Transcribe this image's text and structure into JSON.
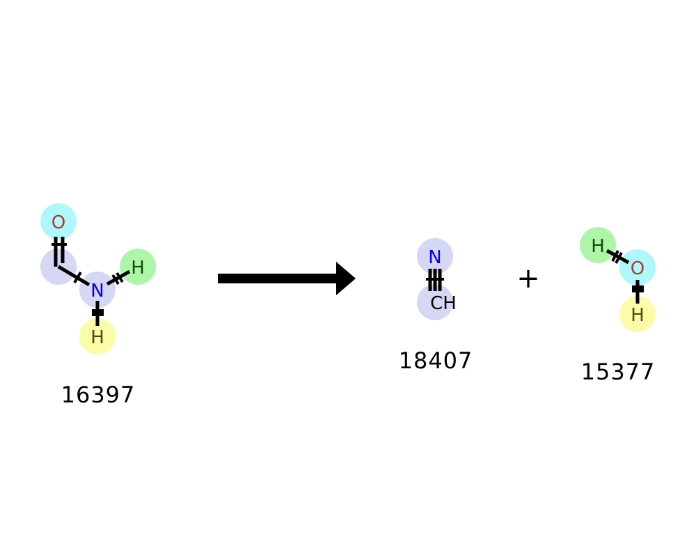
{
  "reaction": {
    "reactants": [
      {
        "id": "16397",
        "atoms": [
          {
            "key": "o",
            "symbol": "O",
            "color": "#b03a2e",
            "highlight": "#aef7fa"
          },
          {
            "key": "c",
            "symbol": "",
            "color": "#000000",
            "highlight": "#d6d6f5"
          },
          {
            "key": "n",
            "symbol": "N",
            "color": "#0000ee",
            "highlight": "#d6d6f5"
          },
          {
            "key": "h1",
            "symbol": "H",
            "color": "#0b4d0b",
            "highlight": "#aef5a8"
          },
          {
            "key": "h2",
            "symbol": "H",
            "color": "#4d4d00",
            "highlight": "#fbfba8"
          }
        ]
      }
    ],
    "arrow": "reaction-arrow",
    "plus": "+",
    "products": [
      {
        "id": "18407",
        "atoms": [
          {
            "key": "n",
            "symbol": "N",
            "color": "#0000ee",
            "highlight": "#d6d6f5"
          },
          {
            "key": "ch",
            "symbol": "CH",
            "color": "#000000",
            "highlight": "#d6d6f5"
          }
        ]
      },
      {
        "id": "15377",
        "atoms": [
          {
            "key": "h1",
            "symbol": "H",
            "color": "#0b4d0b",
            "highlight": "#aef5a8"
          },
          {
            "key": "o",
            "symbol": "O",
            "color": "#b03a2e",
            "highlight": "#aef7fa"
          },
          {
            "key": "h2",
            "symbol": "H",
            "color": "#4d4d00",
            "highlight": "#fbfba8"
          }
        ]
      }
    ]
  }
}
